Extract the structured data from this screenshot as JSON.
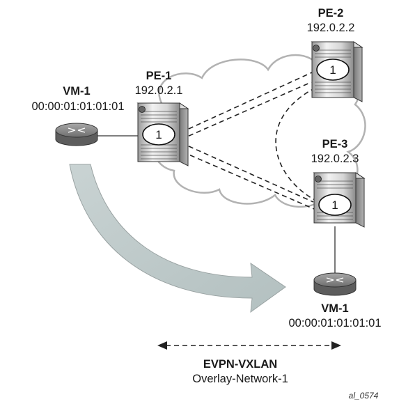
{
  "nodes": {
    "pe1": {
      "name": "PE-1",
      "ip": "192.0.2.1",
      "service_id": "1"
    },
    "pe2": {
      "name": "PE-2",
      "ip": "192.0.2.2",
      "service_id": "1"
    },
    "pe3": {
      "name": "PE-3",
      "ip": "192.0.2.3",
      "service_id": "1"
    },
    "vm_left": {
      "name": "VM-1",
      "mac": "00:00:01:01:01:01"
    },
    "vm_right": {
      "name": "VM-1",
      "mac": "00:00:01:01:01:01"
    }
  },
  "overlay": {
    "title": "EVPN-VXLAN",
    "subtitle": "Overlay-Network-1"
  },
  "figure_id": "al_0574"
}
